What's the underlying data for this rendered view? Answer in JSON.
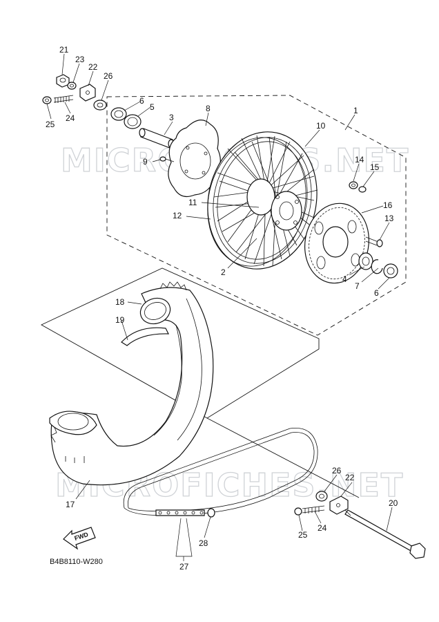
{
  "watermark_top": "MICROFICHES.NET",
  "watermark_bottom": "MICROFICHES.NET",
  "diagram_code": "B4B8110-W280",
  "fwd_label": "FWD",
  "callouts": [
    {
      "id": "c21",
      "text": "21"
    },
    {
      "id": "c23",
      "text": "23"
    },
    {
      "id": "c22a",
      "text": "22"
    },
    {
      "id": "c26a",
      "text": "26"
    },
    {
      "id": "c25a",
      "text": "25"
    },
    {
      "id": "c24a",
      "text": "24"
    },
    {
      "id": "c6a",
      "text": "6"
    },
    {
      "id": "c5",
      "text": "5"
    },
    {
      "id": "c3",
      "text": "3"
    },
    {
      "id": "c8",
      "text": "8"
    },
    {
      "id": "c1",
      "text": "1"
    },
    {
      "id": "c10",
      "text": "10"
    },
    {
      "id": "c9",
      "text": "9"
    },
    {
      "id": "c14",
      "text": "14"
    },
    {
      "id": "c15",
      "text": "15"
    },
    {
      "id": "c11",
      "text": "11"
    },
    {
      "id": "c16",
      "text": "16"
    },
    {
      "id": "c12",
      "text": "12"
    },
    {
      "id": "c13",
      "text": "13"
    },
    {
      "id": "c2",
      "text": "2"
    },
    {
      "id": "c4",
      "text": "4"
    },
    {
      "id": "c7",
      "text": "7"
    },
    {
      "id": "c6b",
      "text": "6"
    },
    {
      "id": "c18",
      "text": "18"
    },
    {
      "id": "c19",
      "text": "19"
    },
    {
      "id": "c17",
      "text": "17"
    },
    {
      "id": "c26b",
      "text": "26"
    },
    {
      "id": "c22b",
      "text": "22"
    },
    {
      "id": "c20",
      "text": "20"
    },
    {
      "id": "c25b",
      "text": "25"
    },
    {
      "id": "c24b",
      "text": "24"
    },
    {
      "id": "c28",
      "text": "28"
    },
    {
      "id": "c27",
      "text": "27"
    }
  ]
}
